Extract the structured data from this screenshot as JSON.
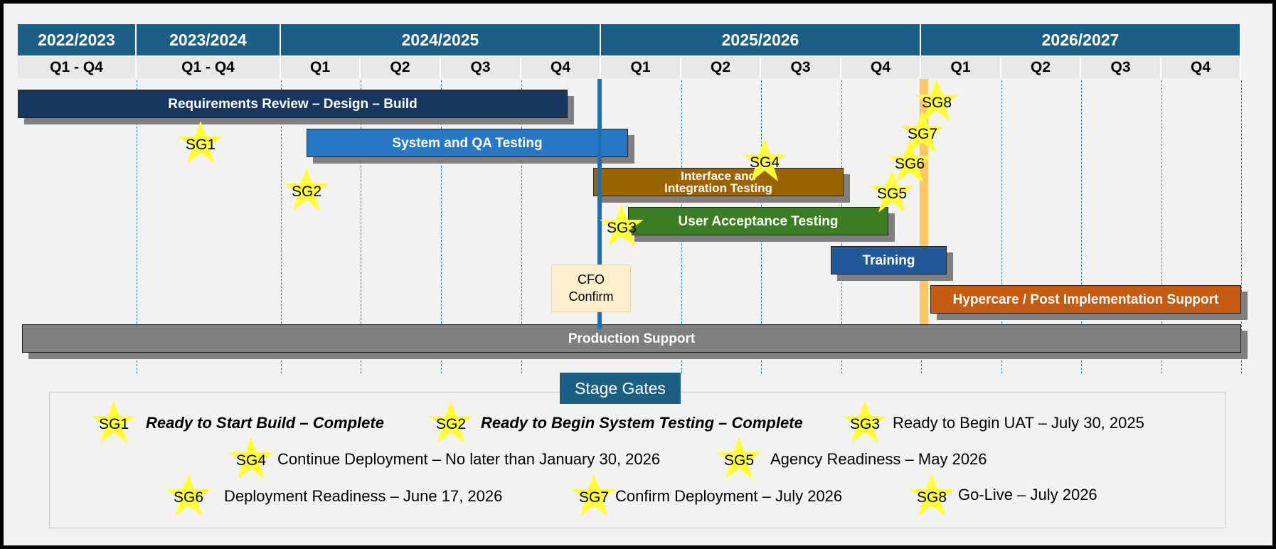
{
  "years": [
    "2022/2023",
    "2023/2024",
    "2024/2025",
    "2025/2026",
    "2026/2027"
  ],
  "quarters": [
    "Q1 - Q4",
    "Q1 - Q4",
    "Q1",
    "Q2",
    "Q3",
    "Q4",
    "Q1",
    "Q2",
    "Q3",
    "Q4",
    "Q1",
    "Q2",
    "Q3",
    "Q4"
  ],
  "bars": {
    "requirements": "Requirements Review – Design – Build",
    "system_qa": "System and QA Testing",
    "interface": "Interface and\nIntegration Testing",
    "uat": "User Acceptance Testing",
    "training": "Training",
    "hypercare": "Hypercare / Post Implementation Support",
    "production": "Production Support"
  },
  "cfo": "CFO\nConfirm",
  "gates": [
    "SG1",
    "SG2",
    "SG3",
    "SG4",
    "SG5",
    "SG6",
    "SG7",
    "SG8"
  ],
  "legend": {
    "title": "Stage Gates",
    "sg1_bold": "Ready to Start Build",
    "sg1_rest": " – Complete",
    "sg2_bold": "Ready to Begin System Testing",
    "sg2_rest": " – Complete",
    "sg3": "Ready to Begin UAT – July 30, 2025",
    "sg4": "Continue Deployment  – No later than  January 30, 2026",
    "sg5": "Agency Readiness – May 2026",
    "sg6": "Deployment  Readiness – June 17, 2026",
    "sg7": "Confirm Deployment  – July 2026",
    "sg8": "Go-Live – July 2026"
  },
  "colors": {
    "header": "#1c5f84",
    "requirements": "#17375e",
    "system_qa": "#2878c8",
    "interface": "#9b6400",
    "uat": "#3a7d23",
    "training": "#20589a",
    "hypercare": "#c55a11",
    "production": "#7f7f7f",
    "star": "#ffff33"
  }
}
